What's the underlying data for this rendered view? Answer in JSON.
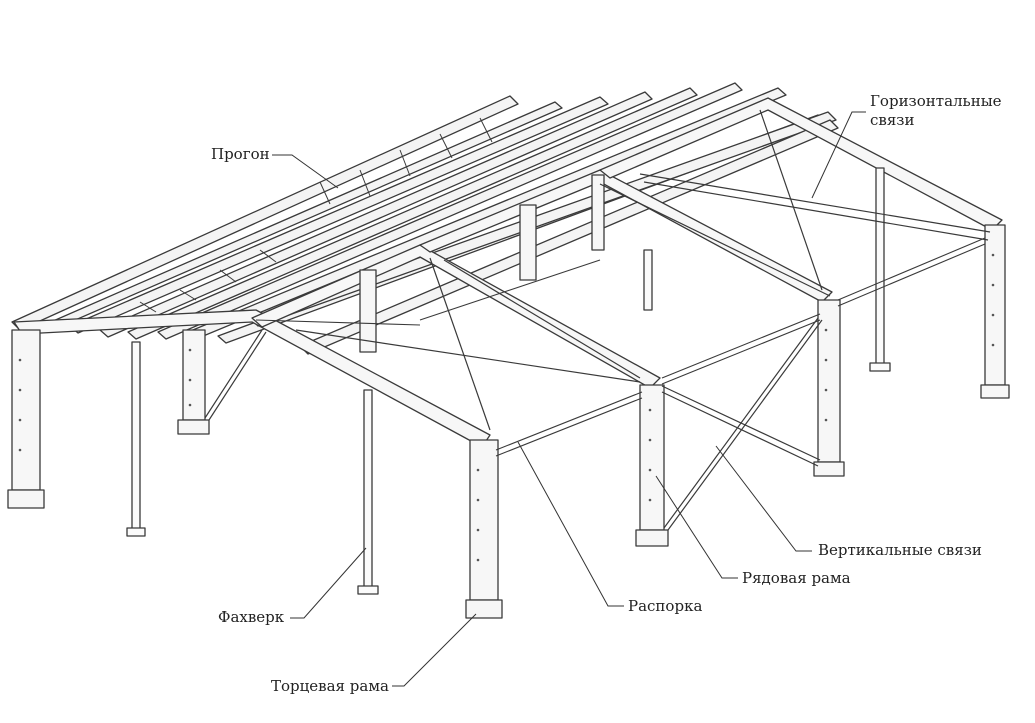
{
  "labels": {
    "purlin": "Прогон",
    "horizontal_bracing_line1": "Горизонтальные",
    "horizontal_bracing_line2": "связи",
    "vertical_bracing": "Вертикальные связи",
    "row_frame": "Рядовая рама",
    "strut": "Распорка",
    "half_timber": "Фахверк",
    "end_frame": "Торцевая рама"
  }
}
